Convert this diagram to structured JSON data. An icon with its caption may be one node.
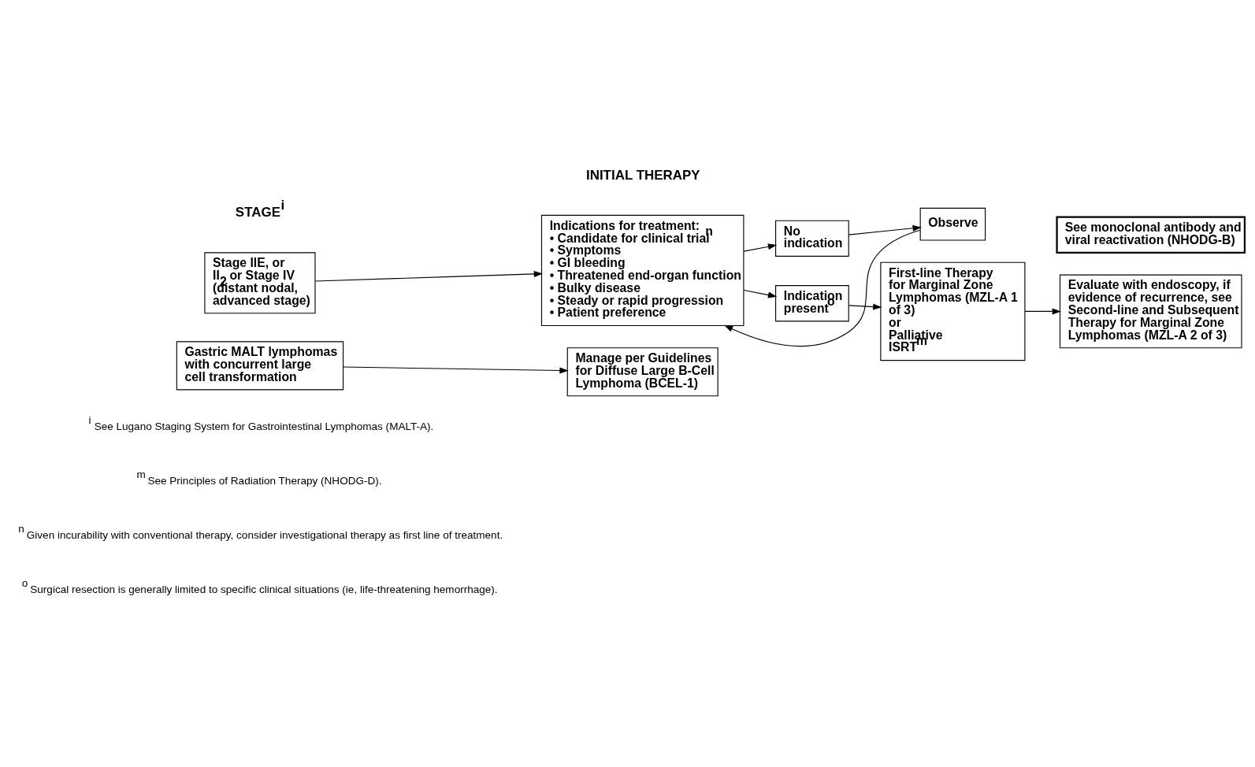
{
  "diagram": {
    "nodes": [
      {
        "text": [
          "Stage IIE, or II$_{2}$ or Stage IV (distant nodal, advanced stage)"
        ]
      },
      {
        "text": [
          "Indications for treatment:",
          "• Candidate for clinical trial$^{n}$",
          "• Symptoms",
          "• GI bleeding",
          "• Threatened end-organ function",
          "• Bulky disease",
          "• Steady or rapid progression",
          "• Patient preference"
        ]
      },
      {
        "text": [
          "No indication"
        ]
      },
      {
        "text": [
          "Indication present$^{o}$"
        ]
      },
      {
        "text": [
          "Observe"
        ]
      },
      {
        "text": [
          "First-line Therapy for Marginal Zone Lymphomas (MZL-A 1 of 3)",
          "or",
          "Palliative ISRT$^{m}$"
        ]
      },
      {
        "text": [
          "Evaluate with endoscopy, if evidence of recurrence, see Second-line and Subsequent Therapy for Marginal Zone Lymphomas (MZL-A 2 of 3)"
        ]
      },
      {
        "text": [
          "Gastric MALT lymphomas with concurrent large cell transformation"
        ]
      },
      {
        "text": [
          "Manage per Guidelines for Diffuse Large B-Cell Lymphoma (BCEL-1)"
        ]
      },
      {
        "text": [
          "See monoclonal antibody and viral reactivation (NHODG-B)"
        ]
      }
    ],
    "edges": [
      {
        "from": 0,
        "to": 1,
        "arrow": "to"
      },
      {
        "from": 1,
        "to": 2,
        "arrow": "to"
      },
      {
        "from": 1,
        "to": 3,
        "arrow": "to"
      },
      {
        "from": 2,
        "to": 4,
        "arrow": "to"
      },
      {
        "from": 4,
        "to": 1,
        "arrow": "to"
      },
      {
        "from": 3,
        "to": 5,
        "arrow": "to"
      },
      {
        "from": 5,
        "to": 6,
        "arrow": "to"
      },
      {
        "from": 7,
        "to": 8,
        "arrow": "to"
      }
    ],
    "labels": [
      "STAGE$^{i}$",
      "INITIAL THERAPY",
      "$^{i}$ See Lugano Staging System for Gastrointestinal Lymphomas (MALT-A).",
      "$^{m}$ See Principles of Radiation Therapy (NHODG-D).",
      "$^{n}$ Given incurability with conventional therapy, consider investigational therapy as first line of treatment.",
      "$^{o}$ Surgical resection is generally limited to specific clinical situations (ie, life-threatening hemorrhage)."
    ]
  }
}
